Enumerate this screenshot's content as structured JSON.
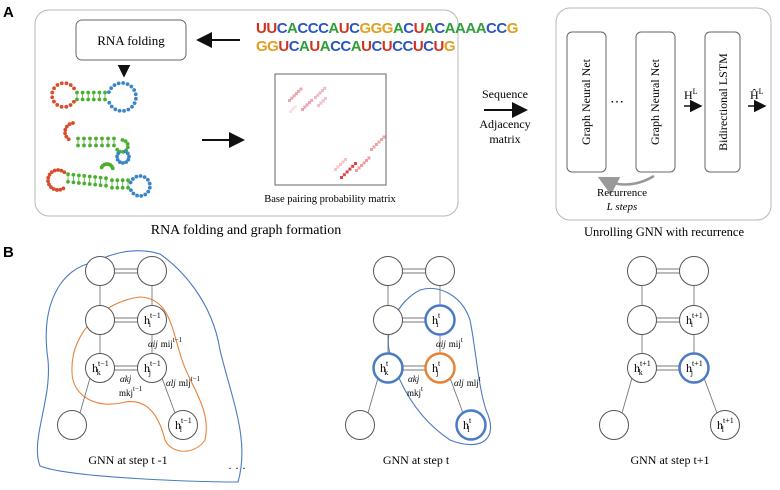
{
  "panel_a": {
    "letter": "A",
    "rna_folding_box": "RNA folding",
    "sequence_line1": "UUCACCCAUCGGGACUACAAAACCG",
    "sequence_line2": "GGUCAUACCAUCUCCUCUG",
    "matrix_caption": "Base pairing probability matrix",
    "section_caption": "RNA folding and graph formation",
    "arrow_label_1": "Sequence",
    "arrow_label_2": "Adjacency",
    "arrow_label_3": "matrix",
    "gnn_block_label": "Graph Neural Net",
    "ellipsis": "⋯",
    "lstm_label": "Bidirectional LSTM",
    "h_label_base": "H",
    "h_label_sup": "L",
    "h_hat_base": "Ĥ",
    "h_hat_sup": "L",
    "recurrence_line1": "Recurrence",
    "recurrence_line2": "L steps",
    "unroll_caption": "Unrolling GNN with recurrence"
  },
  "panel_b": {
    "letter": "B",
    "graphs": [
      {
        "caption": "GNN at step t -1",
        "h_i": {
          "base": "h",
          "sub": "i",
          "sup": "t−1"
        },
        "h_k": {
          "base": "h",
          "sub": "k",
          "sup": "t−1"
        },
        "h_j": {
          "base": "h",
          "sub": "j",
          "sup": "t−1"
        },
        "h_l": {
          "base": "h",
          "sub": "l",
          "sup": "t−1"
        },
        "alpha_ij": "αij",
        "m_ij": "mij",
        "m_ij_sup": "t−1",
        "alpha_kj": "αkj",
        "m_kj": "mkj",
        "m_kj_sup": "t−1",
        "alpha_lj": "αlj",
        "m_lj": "mlj",
        "m_lj_sup": "t−1",
        "trailing": "· · ·"
      },
      {
        "caption": "GNN at step t",
        "h_i": {
          "base": "h",
          "sub": "i",
          "sup": "t"
        },
        "h_k": {
          "base": "h",
          "sub": "k",
          "sup": "t"
        },
        "h_j": {
          "base": "h",
          "sub": "j",
          "sup": "t"
        },
        "h_l": {
          "base": "h",
          "sub": "l",
          "sup": "t"
        },
        "alpha_ij": "αij",
        "m_ij": "mij",
        "m_ij_sup": "t",
        "alpha_kj": "αkj",
        "m_kj": "mkj",
        "m_kj_sup": "t",
        "alpha_lj": "αlj",
        "m_lj": "mlj",
        "m_lj_sup": "t"
      },
      {
        "caption": "GNN at step t+1",
        "h_i": {
          "base": "h",
          "sub": "i",
          "sup": "t+1"
        },
        "h_k": {
          "base": "h",
          "sub": "k",
          "sup": "t+1"
        },
        "h_j": {
          "base": "h",
          "sub": "j",
          "sup": "t+1"
        },
        "h_l": {
          "base": "h",
          "sub": "l",
          "sup": "t+1"
        }
      }
    ]
  },
  "colors": {
    "blue_outline": "#4a7bc4",
    "orange_outline": "#e8823a",
    "panel_border": "#b8b8b8",
    "red_dots": "#d94c2c",
    "green_dots": "#4caf2f",
    "blue_dots": "#3a86c8"
  }
}
